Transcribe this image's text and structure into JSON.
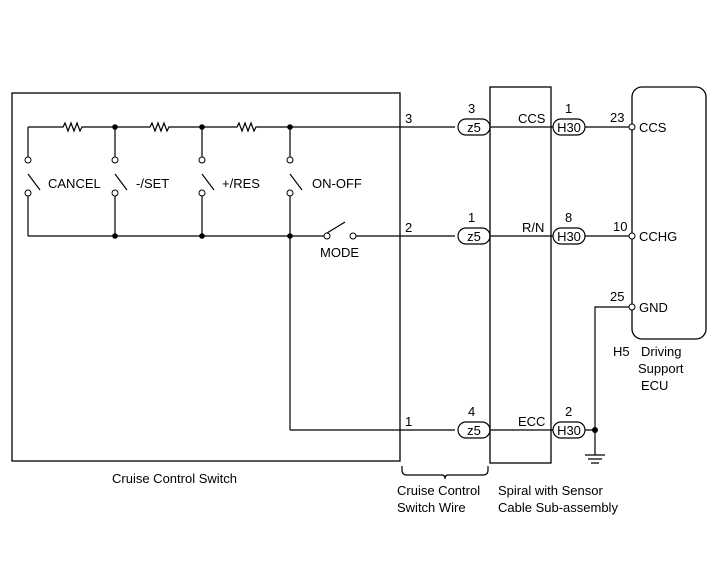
{
  "switch_unit": {
    "name": "Cruise Control Switch",
    "switches": [
      "CANCEL",
      "-/SET",
      "+/RES",
      "ON-OFF"
    ],
    "mode_switch": "MODE",
    "pins": [
      "3",
      "2",
      "1"
    ]
  },
  "switch_wire": {
    "label_line1": "Cruise Control",
    "label_line2": "Switch Wire",
    "connector": "z5",
    "pins": [
      "3",
      "1",
      "4"
    ]
  },
  "spiral": {
    "label_line1": "Spiral with Sensor",
    "label_line2": "Cable Sub-assembly",
    "connector": "H30",
    "signals": [
      "CCS",
      "R/N",
      "ECC"
    ],
    "pins": [
      "1",
      "8",
      "2"
    ]
  },
  "ecu": {
    "connector_id": "H5",
    "name_line1": "Driving",
    "name_line2": "Support",
    "name_line3": "ECU",
    "pins": [
      "23",
      "10",
      "25"
    ],
    "terminals": [
      "CCS",
      "CCHG",
      "GND"
    ]
  }
}
